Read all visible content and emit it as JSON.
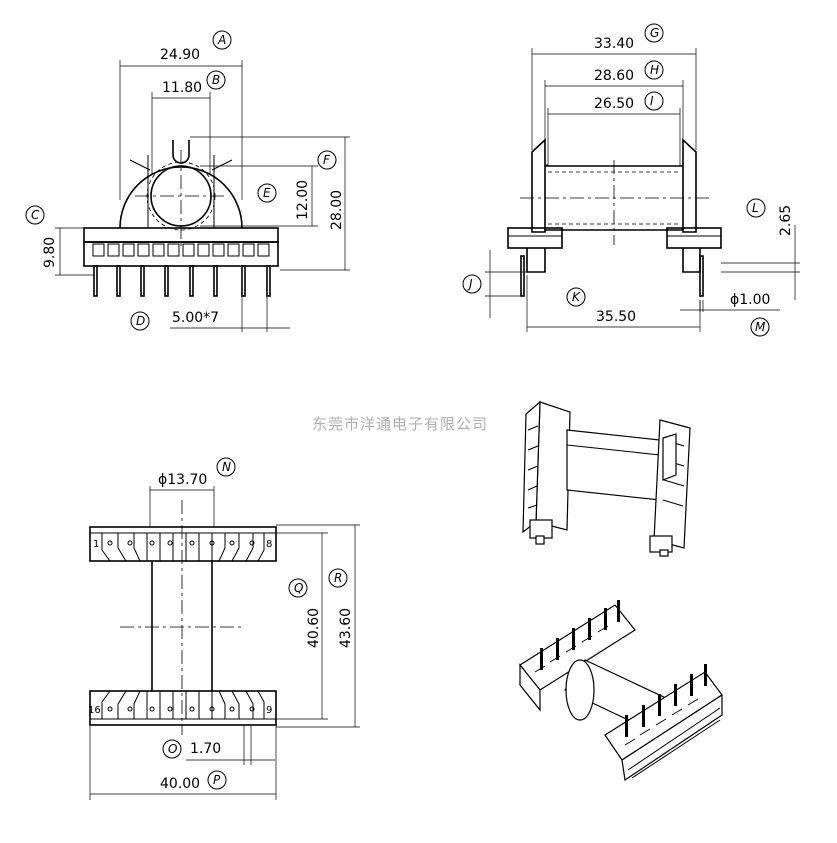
{
  "dimensions": {
    "A": "24.90",
    "B": "11.80",
    "C_val": "9.80",
    "D_val": "5.00*7",
    "F_val": "28.00",
    "E_val": "12.00",
    "G": "33.40",
    "H": "28.60",
    "I": "26.50",
    "L_val": "2.65",
    "K_val": "35.50",
    "M_val": "ϕ1.00",
    "N_val": "ϕ13.70",
    "Q_val": "40.60",
    "R_val": "43.60",
    "O_val": "1.70",
    "P_val": "40.00"
  },
  "labels": {
    "A": "A",
    "B": "B",
    "C": "C",
    "D": "D",
    "E": "E",
    "F": "F",
    "G": "G",
    "H": "H",
    "I": "I",
    "J": "J",
    "K": "K",
    "L": "L",
    "M": "M",
    "N": "N",
    "O": "O",
    "P": "P",
    "Q": "Q",
    "R": "R"
  },
  "pins": {
    "p1": "1",
    "p8": "8",
    "p16": "16",
    "p9": "9"
  },
  "watermark": "东莞市洋通电子有限公司"
}
